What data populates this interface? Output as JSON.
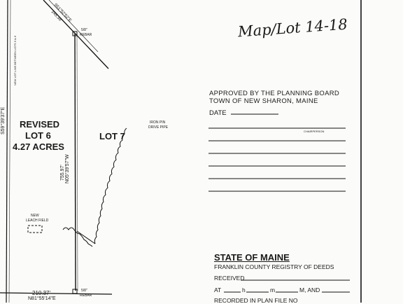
{
  "map_lot": "Map/Lot  14-18",
  "approval": {
    "line1": "APPROVED BY THE PLANNING BOARD",
    "line2": "TOWN OF NEW SHARON, MAINE",
    "date_label": "DATE",
    "chairperson": "CHAIRPERSON"
  },
  "state": {
    "title": "STATE OF MAINE",
    "registry": "FRANKLIN COUNTY REGISTRY OF DEEDS",
    "received": "RECEIVED",
    "at_line": {
      "at": "AT",
      "h": "h",
      "m": "m",
      "m_and": "M, AND"
    },
    "recorded": "RECORDED IN PLAN FILE NO"
  },
  "lot6": {
    "line1": "REVISED",
    "line2": "LOT 6",
    "line3": "4.27 ACRES"
  },
  "lot7": "LOT 7",
  "labels": {
    "bearing_top": "S51°52'52\"E",
    "dist_top": "145.38'",
    "rebar_top_size": "5/8\"",
    "rebar_top": "REBAR",
    "new_lot_line": "NEW LOT LINE BETWEEN LOTS 5 & 6",
    "left_bearing": "S59°39'37\"E",
    "mid_dist": "755.97'",
    "mid_bearing": "N05°39'57\"W",
    "iron_pin": "IRON PIN",
    "drive_pipe": "DRIVE PIPE",
    "new_leach_1": "NEW",
    "new_leach_2": "LEACH FIELD",
    "bottom_dist": "210.37'",
    "bottom_bearing": "N81°55'14\"E",
    "rebar_bot_size": "5/8\"",
    "rebar_bot": "REBAR"
  }
}
